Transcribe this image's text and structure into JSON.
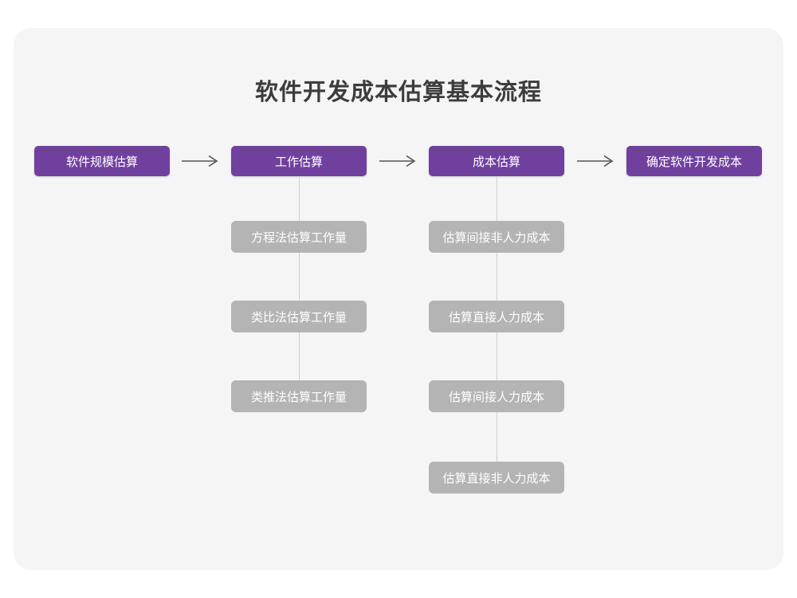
{
  "title": "软件开发成本估算基本流程",
  "theme": {
    "page_background": "#ffffff",
    "card_background": "#f5f5f5",
    "primary_node_color": "#70409f",
    "secondary_node_color": "#b4b4b4",
    "connector_color": "#cfcfcf",
    "arrow_color": "#555555",
    "title_color": "#3c3c3c",
    "node_text_color": "#ffffff"
  },
  "flow": {
    "main_steps": [
      {
        "label": "软件规模估算"
      },
      {
        "label": "工作估算"
      },
      {
        "label": "成本估算"
      },
      {
        "label": "确定软件开发成本"
      }
    ],
    "arrows": [
      {
        "name": "arrow-step1-to-step2",
        "glyph": "arrow-right-icon"
      },
      {
        "name": "arrow-step2-to-step3",
        "glyph": "arrow-right-icon"
      },
      {
        "name": "arrow-step3-to-step4",
        "glyph": "arrow-right-icon"
      }
    ],
    "branches": [
      {
        "parent": "工作估算",
        "items": [
          {
            "label": "方程法估算工作量"
          },
          {
            "label": "类比法估算工作量"
          },
          {
            "label": "类推法估算工作量"
          }
        ]
      },
      {
        "parent": "成本估算",
        "items": [
          {
            "label": "估算间接非人力成本"
          },
          {
            "label": "估算直接人力成本"
          },
          {
            "label": "估算间接人力成本"
          },
          {
            "label": "估算直接非人力成本"
          }
        ]
      }
    ]
  }
}
